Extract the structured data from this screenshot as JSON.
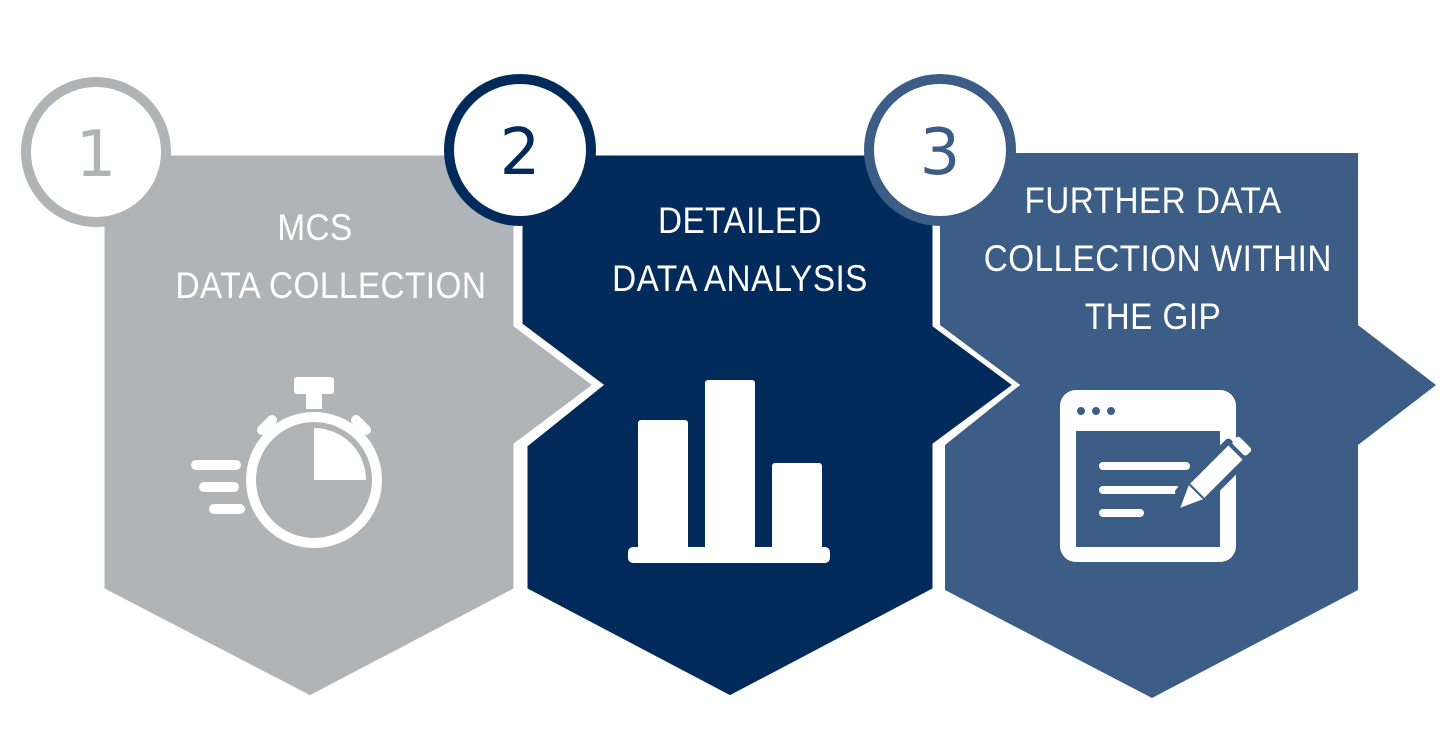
{
  "steps": [
    {
      "number": "1",
      "title_lines": [
        "MCS",
        "DATA COLLECTION"
      ],
      "icon": "stopwatch-icon",
      "color": "#b1b4b7",
      "number_color": "#b1b4b7"
    },
    {
      "number": "2",
      "title_lines": [
        "DETAILED",
        "DATA ANALYSIS"
      ],
      "icon": "bar-chart-icon",
      "color": "#022a5b",
      "number_color": "#022a5b"
    },
    {
      "number": "3",
      "title_lines": [
        "FURTHER DATA",
        "COLLECTION WITHIN",
        "THE GIP"
      ],
      "icon": "edit-document-icon",
      "color": "#3c5d86",
      "number_color": "#3c5d86"
    }
  ]
}
